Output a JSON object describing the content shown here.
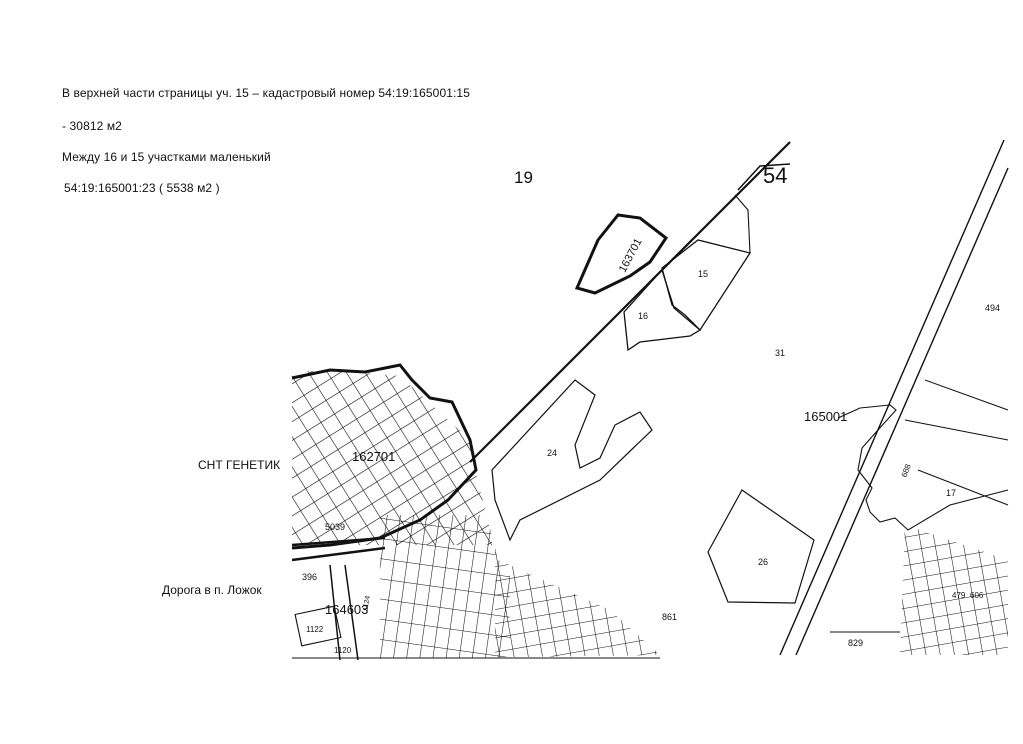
{
  "notes": {
    "line1": "В верхней части страницы уч. 15 – кадастровый номер 54:19:165001:15",
    "line2": "- 30812 м2",
    "line3": "Между 16 и 15 участками маленький",
    "line4": "54:19:165001:23 ( 5538 м2 )"
  },
  "labels": {
    "snt": "СНТ ГЕНЕТИК",
    "road": "Дорога в п. Ложок"
  },
  "map": {
    "region_19": "19",
    "region_54": "54",
    "quarter_163701": "163701",
    "quarter_162701": "162701",
    "quarter_165001": "165001",
    "quarter_164603": "164603",
    "parcel_15": "15",
    "parcel_16": "16",
    "parcel_31": "31",
    "parcel_494": "494",
    "parcel_24": "24",
    "parcel_688": "688",
    "parcel_17": "17",
    "parcel_26": "26",
    "parcel_861": "861",
    "parcel_829": "829",
    "parcel_479": "479",
    "parcel_606": "606",
    "parcel_5039": "5039",
    "parcel_396": "396",
    "parcel_1122": "1122",
    "parcel_1120": "1120",
    "parcel_1124": "1124"
  }
}
